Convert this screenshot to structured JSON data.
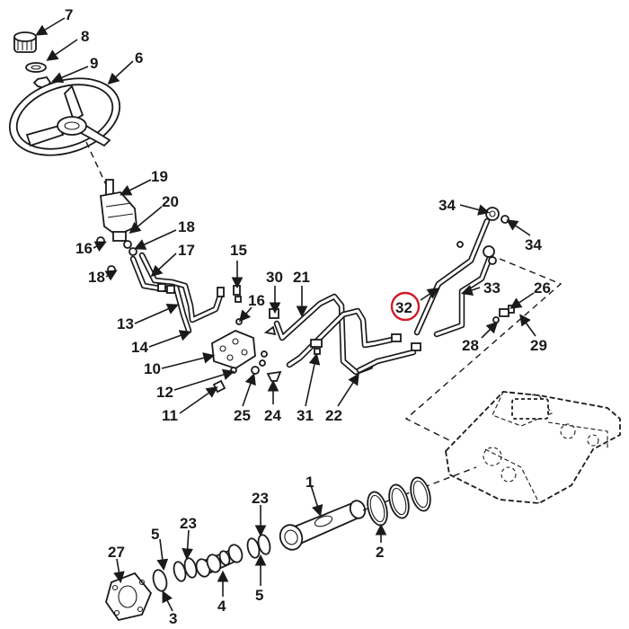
{
  "diagram": {
    "labels": [
      {
        "id": "7",
        "text": "7"
      },
      {
        "id": "8",
        "text": "8"
      },
      {
        "id": "9",
        "text": "9"
      },
      {
        "id": "6",
        "text": "6"
      },
      {
        "id": "19",
        "text": "19"
      },
      {
        "id": "20",
        "text": "20"
      },
      {
        "id": "18a",
        "text": "18"
      },
      {
        "id": "16a",
        "text": "16"
      },
      {
        "id": "17",
        "text": "17"
      },
      {
        "id": "18b",
        "text": "18"
      },
      {
        "id": "15",
        "text": "15"
      },
      {
        "id": "30",
        "text": "30"
      },
      {
        "id": "21",
        "text": "21"
      },
      {
        "id": "16b",
        "text": "16"
      },
      {
        "id": "13",
        "text": "13"
      },
      {
        "id": "14",
        "text": "14"
      },
      {
        "id": "10",
        "text": "10"
      },
      {
        "id": "12",
        "text": "12"
      },
      {
        "id": "11",
        "text": "11"
      },
      {
        "id": "25",
        "text": "25"
      },
      {
        "id": "24",
        "text": "24"
      },
      {
        "id": "31",
        "text": "31"
      },
      {
        "id": "22",
        "text": "22"
      },
      {
        "id": "34a",
        "text": "34"
      },
      {
        "id": "34b",
        "text": "34"
      },
      {
        "id": "32",
        "text": "32"
      },
      {
        "id": "33",
        "text": "33"
      },
      {
        "id": "26",
        "text": "26"
      },
      {
        "id": "28",
        "text": "28"
      },
      {
        "id": "29",
        "text": "29"
      },
      {
        "id": "1",
        "text": "1"
      },
      {
        "id": "2",
        "text": "2"
      },
      {
        "id": "23a",
        "text": "23"
      },
      {
        "id": "23b",
        "text": "23"
      },
      {
        "id": "5a",
        "text": "5"
      },
      {
        "id": "5b",
        "text": "5"
      },
      {
        "id": "27",
        "text": "27"
      },
      {
        "id": "4",
        "text": "4"
      },
      {
        "id": "3",
        "text": "3"
      }
    ],
    "highlight": "32",
    "highlight_color": "#d11a2a",
    "line_color": "#1a1a1a"
  }
}
